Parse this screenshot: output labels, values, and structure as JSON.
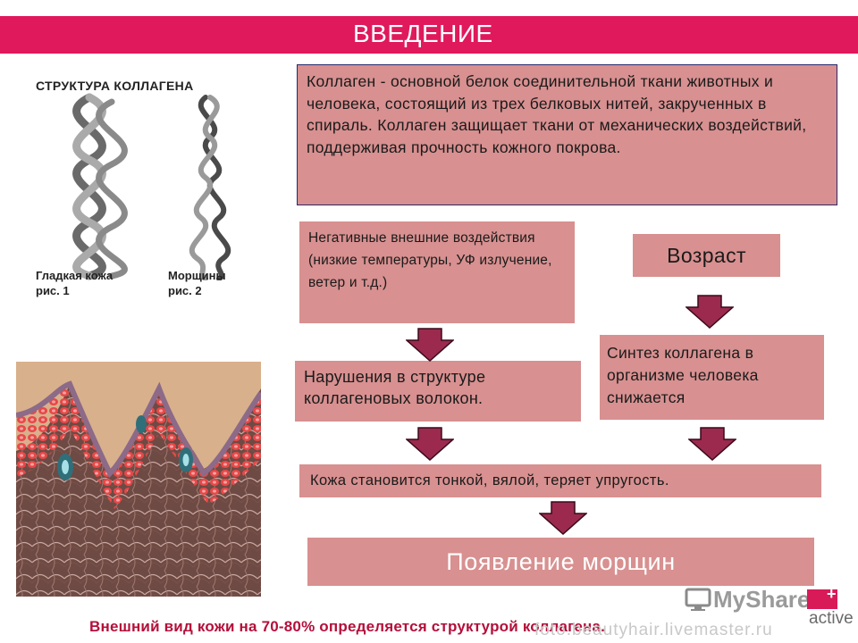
{
  "header": {
    "title": "ВВЕДЕНИЕ",
    "accent_color": "#e0195c"
  },
  "collagen_figure": {
    "title": "СТРУКТУРА КОЛЛАГЕНА",
    "left_caption_line1": "Гладкая кожа",
    "left_caption_line2": "рис. 1",
    "right_caption_line1": "Морщины",
    "right_caption_line2": "рис. 2"
  },
  "intro_text": "Коллаген - основной белок соединительной ткани животных и человека, состоящий из трех белковых нитей, закрученных в спираль. Коллаген защищает ткани от механических воздействий, поддерживая прочность кожного покрова.",
  "flow": {
    "negative_factors": "Негативные внешние воздействия (низкие температуры, УФ излучение, ветер и т.д.)",
    "age": "Возраст",
    "disruption": "Нарушения в структуре коллагеновых волокон.",
    "synthesis": "Синтез коллагена в организме человека снижается",
    "skin_thin": "Кожа становится тонкой, вялой, теряет упругость.",
    "wrinkles": "Появление морщин",
    "box_color": "#d89090",
    "arrow_color": "#9b2a4e"
  },
  "footer": {
    "text": "Внешний вид кожи на 70-80% определяется структурой коллагена."
  },
  "watermark": {
    "brand_my": "My",
    "brand_shared": "Shared",
    "brand_active": "active",
    "overlay": "foto.beautyhair.livemaster.ru"
  }
}
